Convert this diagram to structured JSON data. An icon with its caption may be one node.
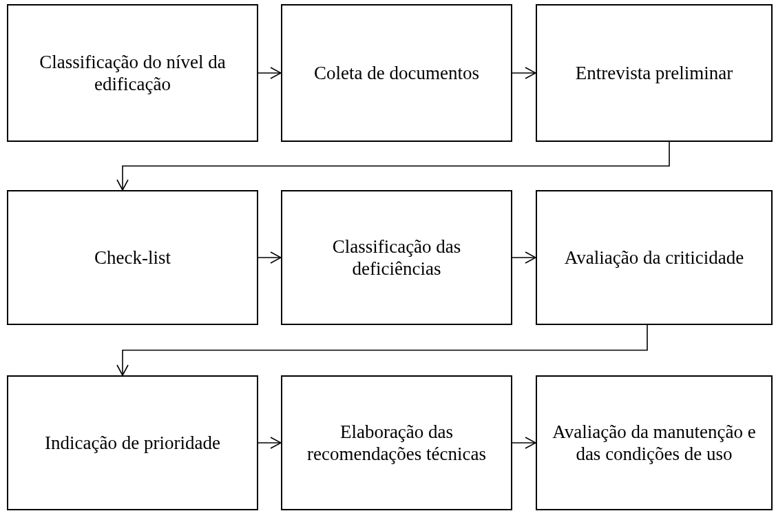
{
  "diagram": {
    "nodes": [
      {
        "text": [
          "Classificação do nível da edificação"
        ]
      },
      {
        "text": [
          "Coleta de documentos"
        ]
      },
      {
        "text": [
          "Entrevista preliminar"
        ]
      },
      {
        "text": [
          "Check-list"
        ]
      },
      {
        "text": [
          "Classificação das deficiências"
        ]
      },
      {
        "text": [
          "Avaliação da criticidade"
        ]
      },
      {
        "text": [
          "Indicação de prioridade"
        ]
      },
      {
        "text": [
          "Elaboração das recomendações técnicas"
        ]
      },
      {
        "text": [
          "Avaliação da manutenção e das condições de uso"
        ]
      }
    ],
    "edges": [
      {
        "from": 0,
        "to": 1,
        "arrow": "to"
      },
      {
        "from": 1,
        "to": 2,
        "arrow": "to"
      },
      {
        "from": 2,
        "to": 3,
        "arrow": "to"
      },
      {
        "from": 3,
        "to": 4,
        "arrow": "to"
      },
      {
        "from": 4,
        "to": 5,
        "arrow": "to"
      },
      {
        "from": 5,
        "to": 6,
        "arrow": "to"
      },
      {
        "from": 6,
        "to": 7,
        "arrow": "to"
      },
      {
        "from": 7,
        "to": 8,
        "arrow": "to"
      }
    ]
  }
}
